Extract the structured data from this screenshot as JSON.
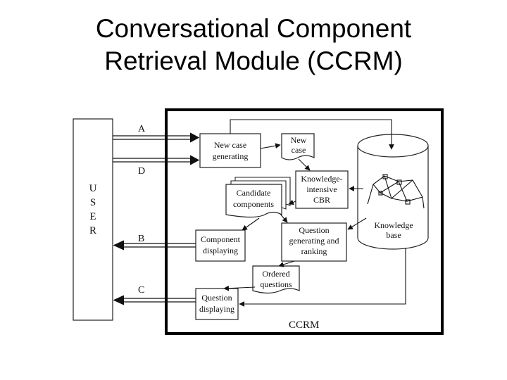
{
  "slide": {
    "title_line1": "Conversational Component",
    "title_line2": "Retrieval Module (CCRM)"
  },
  "diagram": {
    "user_letters": [
      "U",
      "S",
      "E",
      "R"
    ],
    "arrow_labels": {
      "a": "A",
      "d": "D",
      "b": "B",
      "c": "C"
    },
    "module_label": "CCRM",
    "nodes": {
      "new_case_generating": [
        "New case",
        "generating"
      ],
      "new_case": [
        "New",
        "case"
      ],
      "knowledge_intensive_cbr": [
        "Knowledge-",
        "intensive",
        "CBR"
      ],
      "candidate_components": [
        "Candidate",
        "components"
      ],
      "knowledge_base": [
        "Knowledge",
        "base"
      ],
      "component_displaying": [
        "Component",
        "displaying"
      ],
      "question_generating": [
        "Question",
        "generating and",
        "ranking"
      ],
      "ordered_questions": [
        "Ordered",
        "questions"
      ],
      "question_displaying": [
        "Question",
        "displaying"
      ]
    }
  }
}
